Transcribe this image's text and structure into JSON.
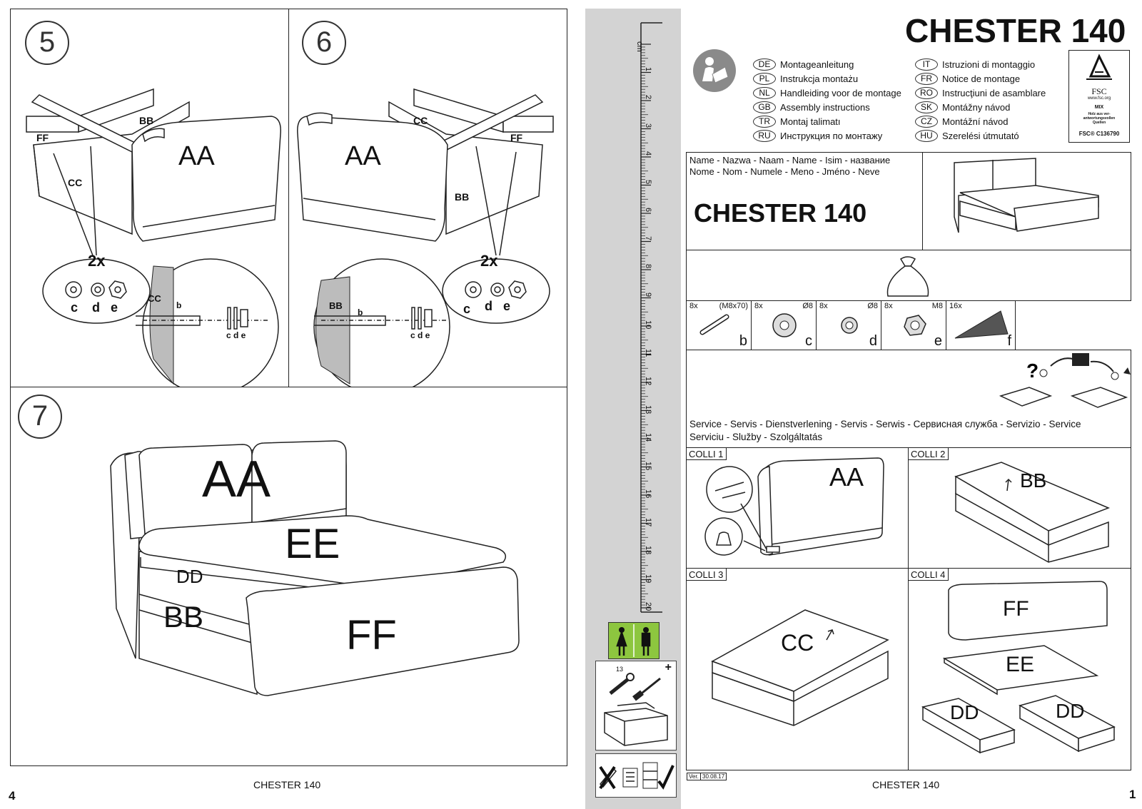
{
  "left_page": {
    "steps": [
      {
        "number": "5",
        "labels": {
          "ff": "FF",
          "bb": "BB",
          "cc": "CC",
          "aa": "AA"
        },
        "count": "2x",
        "parts": [
          "c",
          "d",
          "e"
        ],
        "detail_board": "CC",
        "bolt": "b",
        "detail_parts": "c d e"
      },
      {
        "number": "6",
        "labels": {
          "cc": "CC",
          "ff": "FF",
          "bb": "BB",
          "aa": "AA"
        },
        "count": "2x",
        "parts": [
          "c",
          "d",
          "e"
        ],
        "detail_board": "BB",
        "bolt": "b",
        "detail_parts": "c d e"
      },
      {
        "number": "7",
        "labels": {
          "aa": "AA",
          "ee": "EE",
          "dd": "DD",
          "bb": "BB",
          "ff": "FF"
        }
      }
    ],
    "footer": "CHESTER 140",
    "page_number": "4"
  },
  "ruler": {
    "unit": "cm",
    "ticks": [
      "1",
      "2",
      "3",
      "4",
      "5",
      "6",
      "7",
      "8",
      "9",
      "10",
      "11",
      "12",
      "13",
      "14",
      "15",
      "16",
      "17",
      "18",
      "19",
      "20"
    ],
    "tool_count": "13",
    "plus_sign": "+"
  },
  "right_page": {
    "title": "CHESTER 140",
    "languages_left": [
      {
        "code": "DE",
        "text": "Montageanleitung"
      },
      {
        "code": "PL",
        "text": "Instrukcja montażu"
      },
      {
        "code": "NL",
        "text": "Handleiding voor de montage"
      },
      {
        "code": "GB",
        "text": "Assembly instructions"
      },
      {
        "code": "TR",
        "text": "Montaj talimatı"
      },
      {
        "code": "RU",
        "text": "Инструкция по монтажу"
      }
    ],
    "languages_right": [
      {
        "code": "IT",
        "text": "Istruzioni di montaggio"
      },
      {
        "code": "FR",
        "text": "Notice de montage"
      },
      {
        "code": "RO",
        "text": "Instrucţiuni de asamblare"
      },
      {
        "code": "SK",
        "text": "Montážny návod"
      },
      {
        "code": "CZ",
        "text": "Montážní návod"
      },
      {
        "code": "HU",
        "text": "Szerelési útmutató"
      }
    ],
    "fsc": {
      "name": "FSC",
      "url": "www.fsc.org",
      "mix": "MIX",
      "desc": "Holz aus ver-\nantwortungsvollen\nQuellen",
      "code": "FSC® C136790"
    },
    "name_line1": "Name - Nazwa - Naam - Name - Isim - название",
    "name_line2": "Nome - Nom - Numele - Meno - Jméno - Neve",
    "product_name": "CHESTER 140",
    "hardware": [
      {
        "qty": "8x",
        "spec": "(M8x70)",
        "letter": "b"
      },
      {
        "qty": "8x",
        "spec": "Ø8",
        "letter": "c"
      },
      {
        "qty": "8x",
        "spec": "Ø8",
        "letter": "d"
      },
      {
        "qty": "8x",
        "spec": "M8",
        "letter": "e"
      },
      {
        "qty": "16x",
        "spec": "",
        "letter": "f"
      }
    ],
    "service_line1": "Service - Servis - Dienstverlening - Servis - Serwis - Сервисная служба - Servizio - Service",
    "service_line2": "Serviciu - Služby - Szolgáltatás",
    "collis": [
      {
        "tag": "COLLI 1",
        "label": "AA"
      },
      {
        "tag": "COLLI 2",
        "label": "BB"
      },
      {
        "tag": "COLLI 3",
        "label": "CC"
      },
      {
        "tag": "COLLI 4",
        "labels": [
          "FF",
          "EE",
          "DD",
          "DD"
        ]
      }
    ],
    "version": "Ver.",
    "version_date": "30.08.17",
    "footer": "CHESTER 140",
    "page_number": "1"
  },
  "colors": {
    "ruler_bg": "#d3d3d3",
    "pictogram_green": "#8dc63f",
    "hatch_gray": "#bcbcbc",
    "wedge_gray": "#555555"
  }
}
